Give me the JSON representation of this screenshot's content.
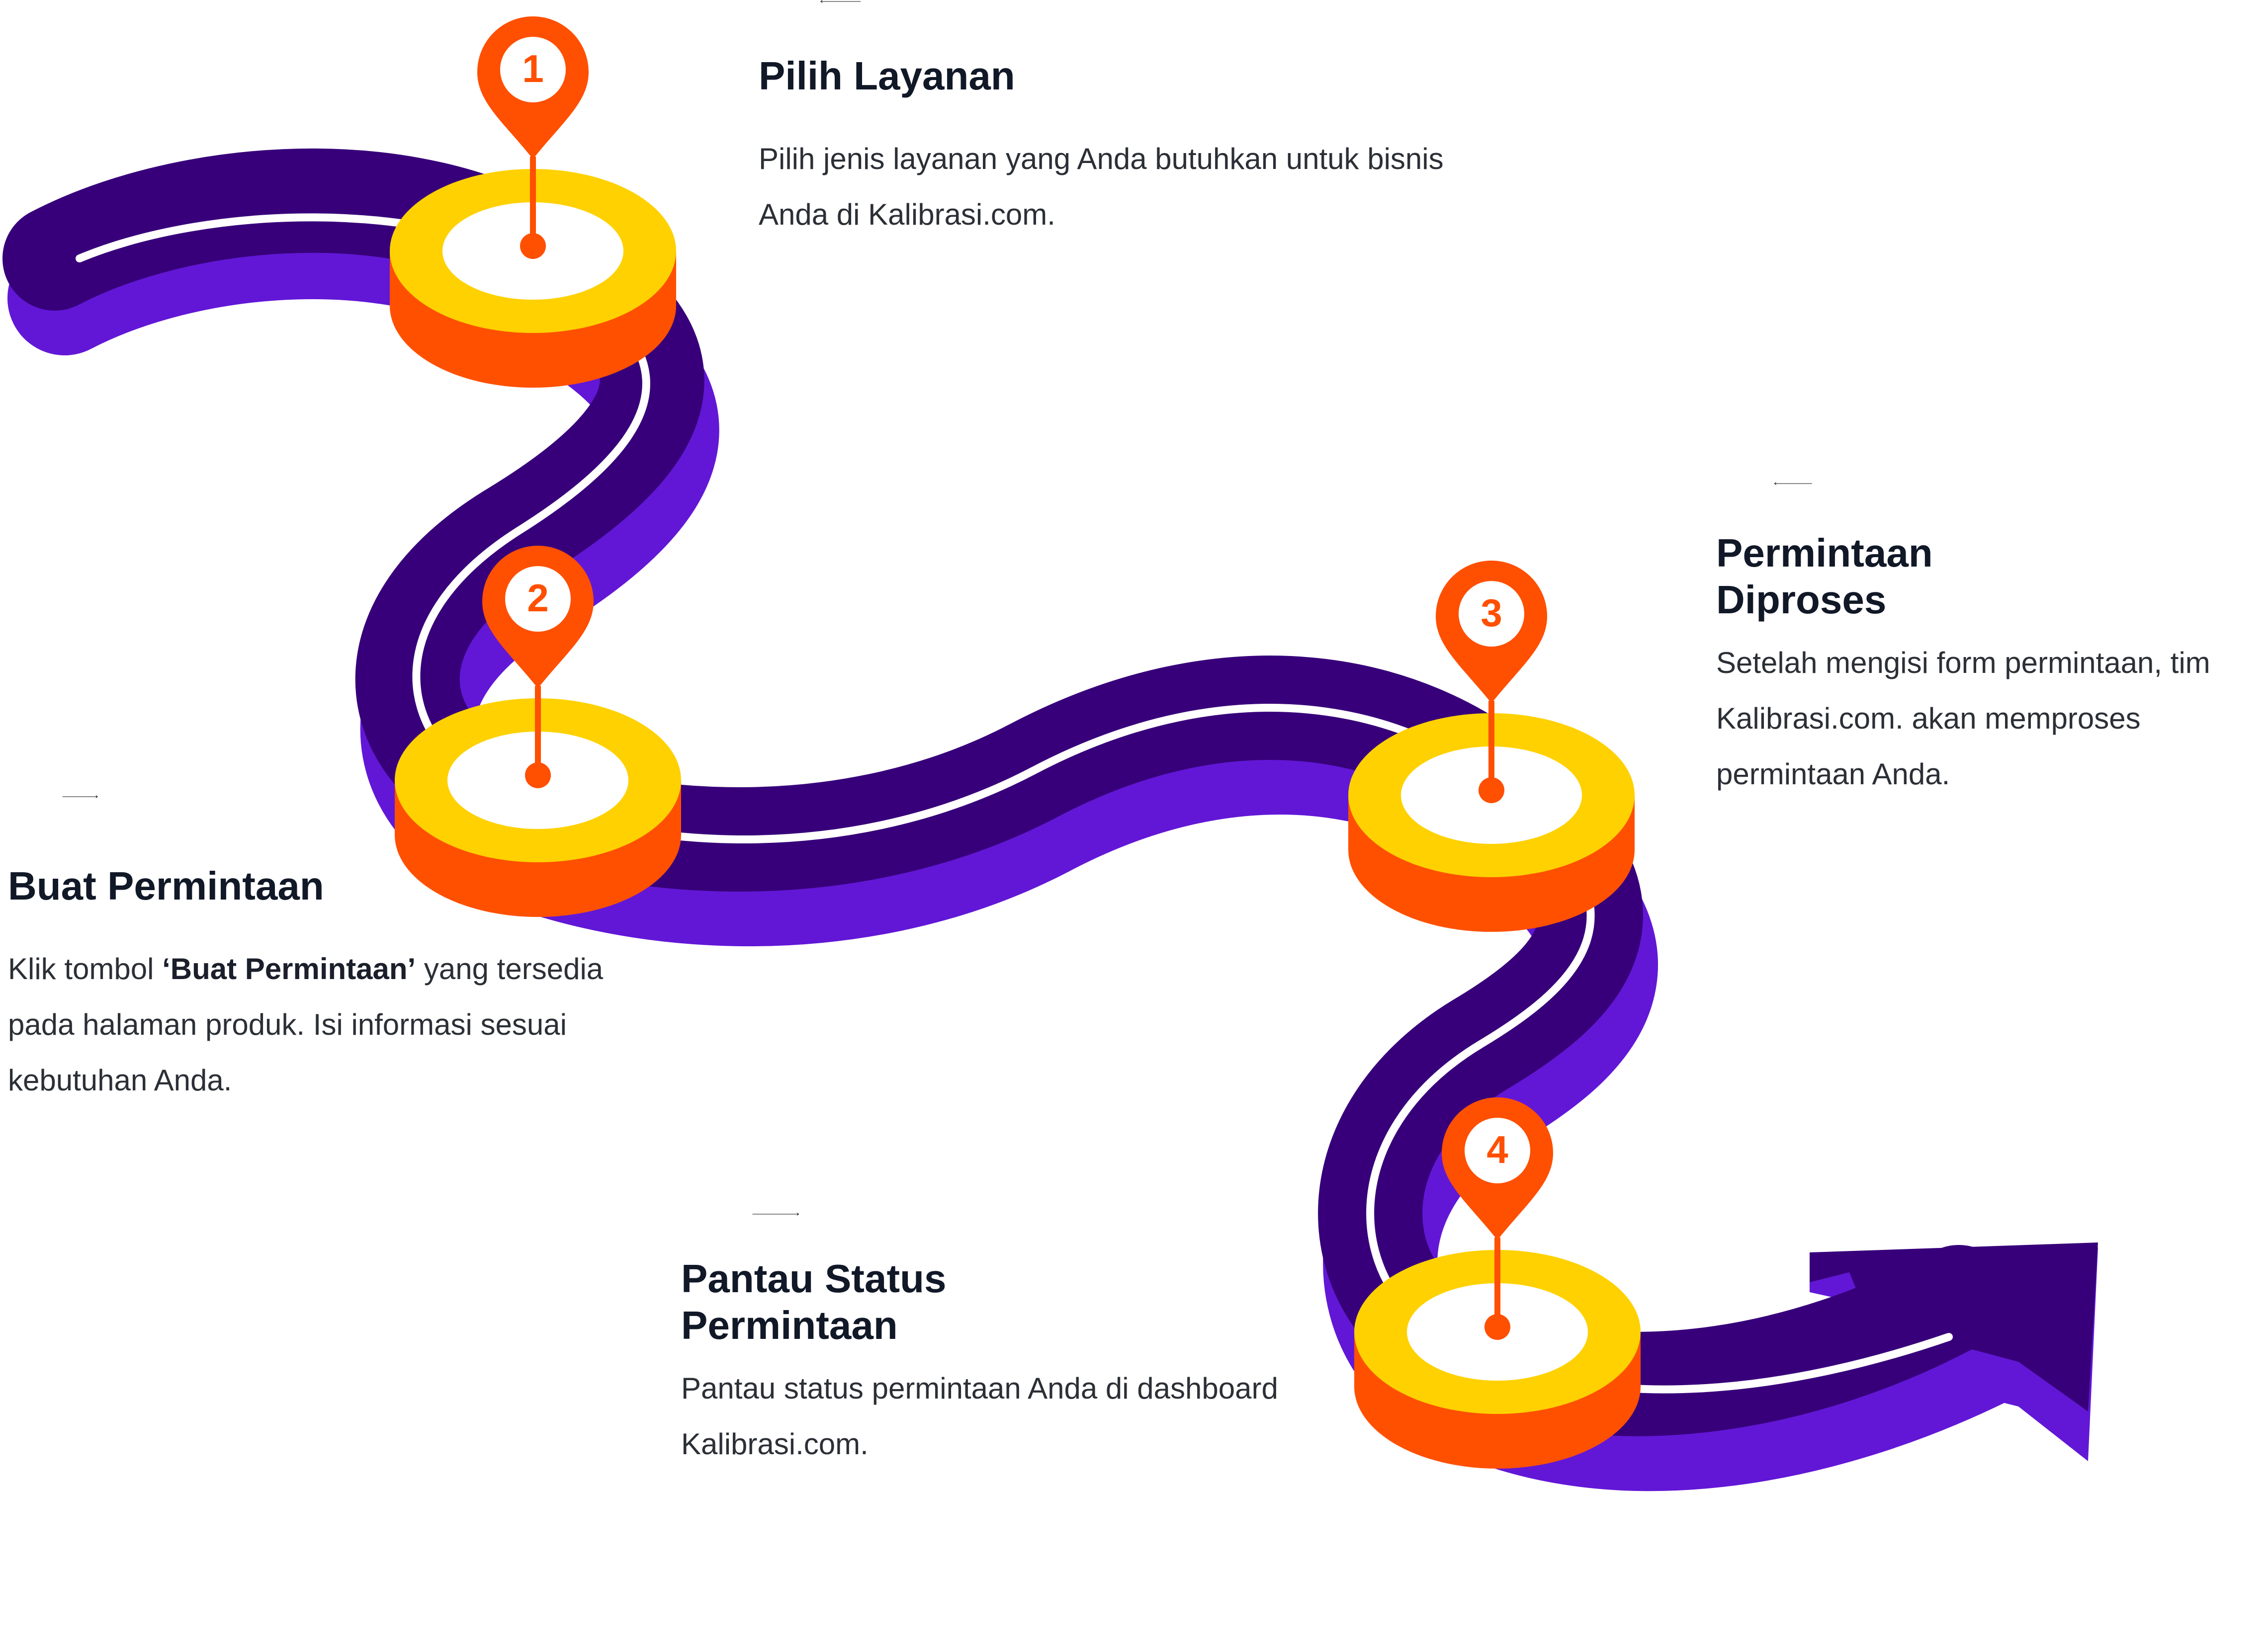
{
  "colors": {
    "road_top": "#37007a",
    "road_side": "#6217d6",
    "road_line": "#ffffff",
    "disc_top": "#ffd100",
    "disc_side": "#ff5000",
    "disc_center": "#ffffff",
    "pin": "#ff4f00",
    "heading": "#111827",
    "body_text": "#2b2f36"
  },
  "steps": [
    {
      "number": "1",
      "title": "Pilih Layanan",
      "body": "Pilih jenis layanan yang Anda butuhkan untuk bisnis Anda di Kalibrasi.com.",
      "arrow_icon": "arrow-left-icon"
    },
    {
      "number": "2",
      "title": "Buat Permintaan",
      "body_prefix": "Klik tombol ",
      "body_bold": "‘Buat Permintaan’",
      "body_suffix": " yang tersedia pada halaman produk. Isi informasi sesuai kebutuhan Anda.",
      "arrow_icon": "arrow-right-icon"
    },
    {
      "number": "3",
      "title_line1": "Permintaan",
      "title_line2": "Diproses",
      "body": "Setelah mengisi form permintaan, tim Kalibrasi.com. akan memproses permintaan Anda.",
      "arrow_icon": "arrow-left-icon"
    },
    {
      "number": "4",
      "title_line1": "Pantau Status",
      "title_line2": "Permintaan",
      "body": "Pantau status permintaan Anda di dashboard Kalibrasi.com.",
      "arrow_icon": "arrow-right-icon"
    }
  ]
}
